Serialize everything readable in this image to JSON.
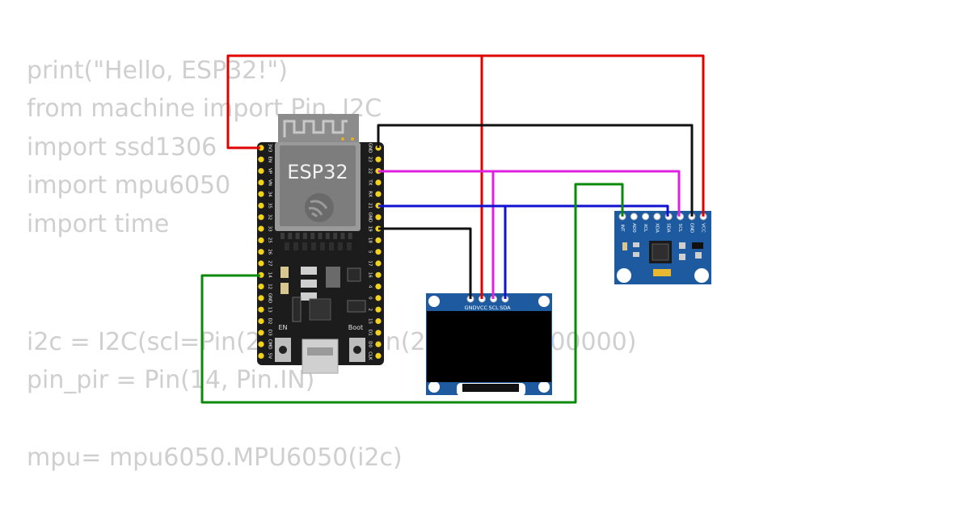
{
  "code_lines": [
    "print(\"Hello, ESP32!\")",
    "from machine import Pin, I2C",
    "import ssd1306",
    "import mpu6050",
    "import time",
    "",
    "",
    "i2c = I2C(scl=Pin(22), sda=Pin(21), freq=400000)",
    "pin_pir = Pin(14, Pin.IN)",
    "",
    "mpu= mpu6050.MPU6050(i2c)"
  ],
  "esp32": {
    "title": "ESP32",
    "left_pins": [
      "3V3",
      "EN",
      "VP",
      "VN",
      "34",
      "35",
      "32",
      "33",
      "25",
      "26",
      "27",
      "14",
      "12",
      "GND",
      "13",
      "D2",
      "D3",
      "CMD",
      "5V"
    ],
    "right_pins": [
      "GND",
      "23",
      "22",
      "TX",
      "RX",
      "21",
      "GND",
      "19",
      "18",
      "5",
      "17",
      "16",
      "4",
      "0",
      "2",
      "15",
      "D1",
      "D0",
      "CLK"
    ],
    "en_label": "EN",
    "boot_label": "Boot"
  },
  "oled": {
    "pins": [
      "GND",
      "VCC",
      "SCL",
      "SDA"
    ]
  },
  "mpu6050": {
    "pins": [
      "INT",
      "AD0",
      "XCL",
      "XDA",
      "SDA",
      "SCL",
      "GND",
      "VCC"
    ]
  },
  "colors": {
    "vcc_wire": "#e00000",
    "gnd_wire": "#111111",
    "scl_wire": "#e020e0",
    "sda_wire": "#1010d0",
    "pir_wire": "#0a8a0a",
    "board_black": "#1c1c1c",
    "module_blue": "#1d5aa0",
    "pin_gold": "#f2d21b"
  }
}
